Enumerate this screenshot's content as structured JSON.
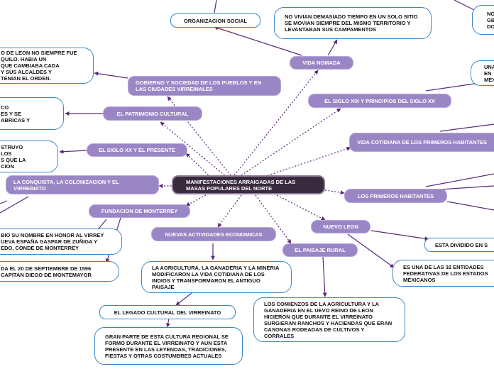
{
  "center": {
    "label": "MANIFESTACIONES ARRAIGADAS DE LAS MASAS POPULARES DEL NORTE"
  },
  "nodes": {
    "organizacion": "ORGANIZACION SOCIAL",
    "no_vivian": "NO VIVIAN DEMASIADO TIEMPO EN UN SOLO SITIO SE MOVIAN SIEMPRE DEL MISMO TERRITORIO Y LEVANTABAN SUS CAMPAMENTOS",
    "top_right_partial": "NO\nGB\nDO",
    "vida_nomada": "VIDA NOMADA",
    "nuevo_leon_quiet": "O DE LEON NO SIEMPRE FUE\nQUILO. HABIA UN\nQUE CAMBIABA CADA\nY SUS ALCALDES Y\nTENIAN EL ORDEN.",
    "gobierno": "GOBIERNO Y SOCIEDAD DE LOS PUEBLOS Y EN LAS CIUDADES VIRREINALES",
    "right_partial_una": "UNA\nEN\nMEX",
    "siglo_xix": "EL SIGLO XIX Y PRINCIPIOS DEL SIGLO XX",
    "left_partial_co": "CO\nES Y SE\nABRICAS Y",
    "patrimonio": "EL PATRIMONIO CULTURAL",
    "vida_cotidiana": "VIDA COTIDIANA DE LOS PRIMEROS HABITANTES",
    "left_partial_struyo": "STRUYO\nLOS\nS QUE LA\nCION",
    "siglo_xx": "EL SIGLO XX Y EL PRESENTE",
    "conquista": "LA CONQUISTA, LA COLONIZACION Y EL VIRREINATO",
    "primeros": "LOS PRIMEROS HABITANTES",
    "fundacion": "FUNDACION DE MONTERREY",
    "nombre_honor": "BIO SU NOMBRE EN HONOR AL VIRREY\nUEVA ESPAÑA GASPAR DE ZUÑIGA Y\nEDO, CONDE DE MONTERREY",
    "nuevas": "NUEVAS ACTIVIDADES ECONOMICAS",
    "nuevo_leon": "NUEVO LEON",
    "dividido": "ESTA DIVIDIDO EN S",
    "paisaje": "EL PAISAJE RURAL",
    "fundada": "DA EL 20 DE SEPTIEMBRE DE 1596\nCAPITAN DIEGO DE MONTEMAYOR",
    "agricultura": "LA AGRICULTURA, LA GANADERIA Y LA MINERIA MODIFICARON LA VIDA COTIDIANA DE LOS INDIOS Y TRANSFORMARON EL ANTIGUO PAISAJE",
    "entidades": "ES UNA DE LAS 32 ENTIDADES FEDERATIVAS DE LOS ESTADOS MEXICANOS",
    "legado": "EL LEGADO CULTURAL DEL VIRREINATO",
    "comienzos": "LOS COMIENZOS DE LA AGRICULTURA Y LA GANADERIA EN EL UEVO REINO DE LEON HICIERON QUE DURANTE EL VIRREINATO SURGIERAN RANCHOS Y HACIENDAS QUE ERAN CASONAS RODEADAS DE CULTIVOS Y CORRALES",
    "gran_parte": "GRAN PARTE DE ESTA CULTURA REGIONAL SE FORMO DURANTE EL VIRREINATO Y AUN ESTA PRESENTE EN LAS LEYENDAS, TRADICIONES, FIESTAS Y OTRAS COSTUMBRES ACTUALES"
  },
  "colors": {
    "center_fill": "#3a2a3d",
    "topic_fill": "#9a86c4",
    "note_border": "#3c87c6",
    "connector": "#5a2a78"
  }
}
